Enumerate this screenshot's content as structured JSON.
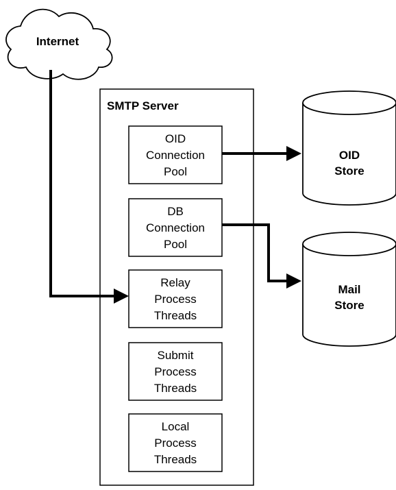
{
  "internet": {
    "label": "Internet"
  },
  "server": {
    "title": "SMTP Server",
    "components": [
      {
        "lines": [
          "OID",
          "Connection",
          "Pool"
        ]
      },
      {
        "lines": [
          "DB",
          "Connection",
          "Pool"
        ]
      },
      {
        "lines": [
          "Relay",
          "Process",
          "Threads"
        ]
      },
      {
        "lines": [
          "Submit",
          "Process",
          "Threads"
        ]
      },
      {
        "lines": [
          "Local",
          "Process",
          "Threads"
        ]
      }
    ]
  },
  "stores": [
    {
      "lines": [
        "OID",
        "Store"
      ]
    },
    {
      "lines": [
        "Mail",
        "Store"
      ]
    }
  ]
}
